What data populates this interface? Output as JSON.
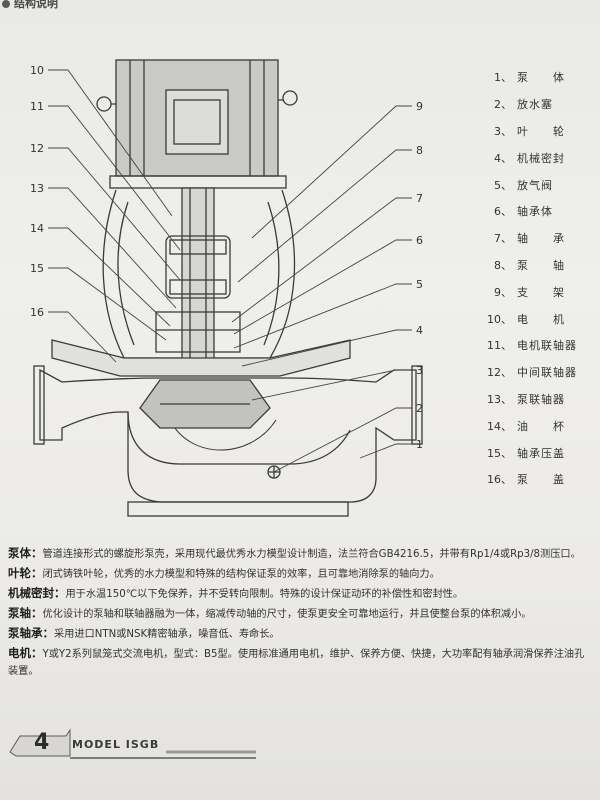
{
  "header": {
    "title": "结构说明"
  },
  "drawing": {
    "callouts": [
      "10",
      "11",
      "12",
      "13",
      "14",
      "15",
      "16",
      "9",
      "8",
      "7",
      "6",
      "5",
      "4",
      "3",
      "2",
      "1"
    ]
  },
  "legend": [
    {
      "num": "1、",
      "name": "泵　　体"
    },
    {
      "num": "2、",
      "name": "放水塞"
    },
    {
      "num": "3、",
      "name": "叶　　轮"
    },
    {
      "num": "4、",
      "name": "机械密封"
    },
    {
      "num": "5、",
      "name": "放气阀"
    },
    {
      "num": "6、",
      "name": "轴承体"
    },
    {
      "num": "7、",
      "name": "轴　　承"
    },
    {
      "num": "8、",
      "name": "泵　　轴"
    },
    {
      "num": "9、",
      "name": "支　　架"
    },
    {
      "num": "10、",
      "name": "电　　机"
    },
    {
      "num": "11、",
      "name": "电机联轴器"
    },
    {
      "num": "12、",
      "name": "中间联轴器"
    },
    {
      "num": "13、",
      "name": "泵联轴器"
    },
    {
      "num": "14、",
      "name": "油　　杯"
    },
    {
      "num": "15、",
      "name": "轴承压盖"
    },
    {
      "num": "16、",
      "name": "泵　　盖"
    }
  ],
  "descriptions": [
    {
      "term": "泵体：",
      "text": "管道连接形式的螺旋形泵壳，采用现代最优秀水力模型设计制造，法兰符合GB4216.5，并带有Rp1/4或Rp3/8测压口。"
    },
    {
      "term": "叶轮：",
      "text": "闭式铸铁叶轮，优秀的水力模型和特殊的结构保证泵的效率，且可靠地消除泵的轴向力。"
    },
    {
      "term": "机械密封：",
      "text": "用于水温150℃以下免保养，并不受转向限制。特殊的设计保证动环的补偿性和密封性。"
    },
    {
      "term": "泵轴：",
      "text": "优化设计的泵轴和联轴器融为一体，缩减传动轴的尺寸，使泵更安全可靠地运行，并且使整台泵的体积减小。"
    },
    {
      "term": "泵轴承：",
      "text": "采用进口NTN或NSK精密轴承，噪音低、寿命长。"
    },
    {
      "term": "电机：",
      "text": "Y或Y2系列鼠笼式交流电机，型式：B5型。使用标准通用电机，维护、保养方便、快捷，大功率配有轴承润滑保养注油孔装置。"
    }
  ],
  "footer": {
    "page_number": "4",
    "model": "MODEL ISGB"
  }
}
